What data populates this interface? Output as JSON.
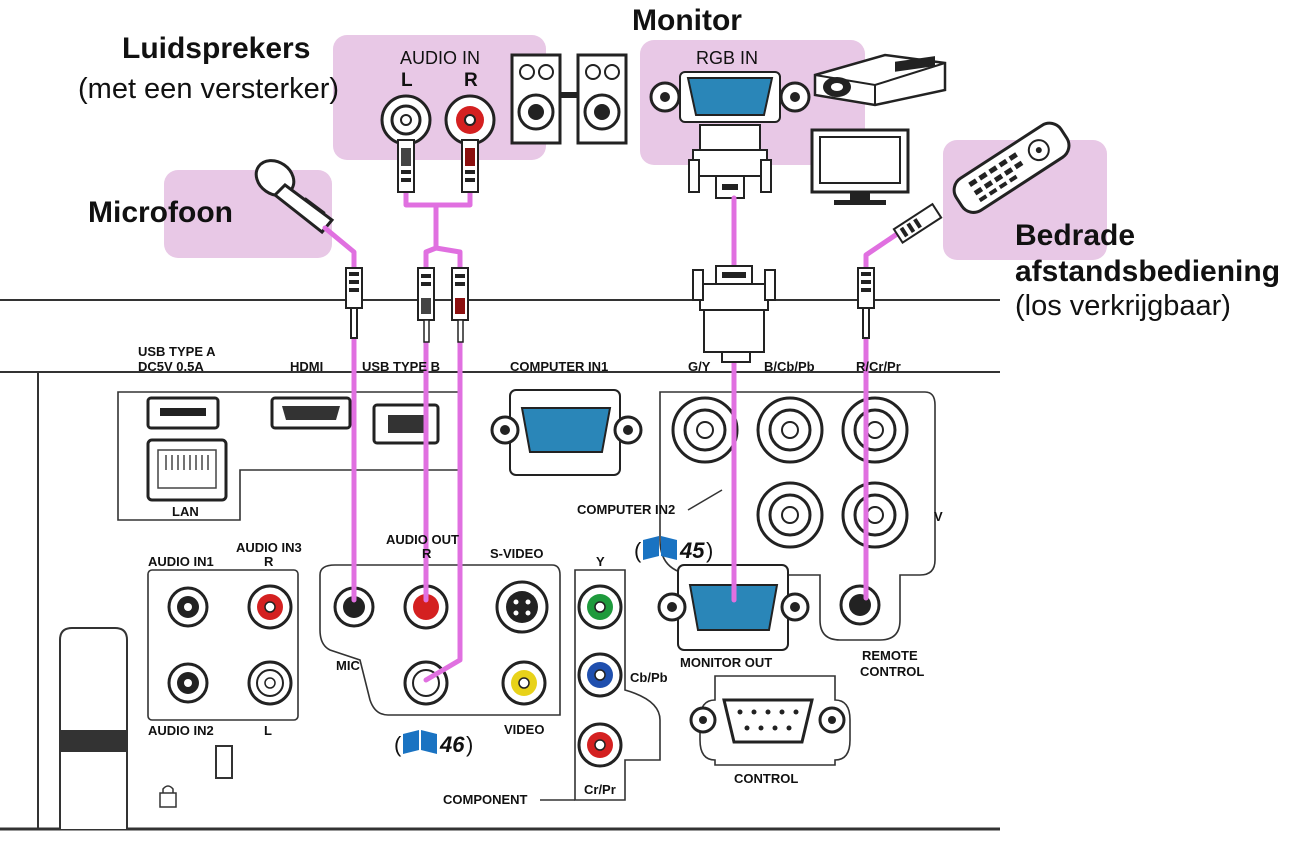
{
  "external": {
    "speakers_title": "Luidsprekers",
    "speakers_sub": "(met een versterker)",
    "audio_in": "AUDIO IN",
    "audio_in_l": "L",
    "audio_in_r": "R",
    "monitor_title": "Monitor",
    "rgb_in": "RGB IN",
    "microphone": "Microfoon",
    "remote_title_1": "Bedrade",
    "remote_title_2": "afstandsbediening",
    "remote_sub": "(los verkrijgbaar)"
  },
  "panel": {
    "usb_a_1": "USB TYPE A",
    "usb_a_2": "DC5V 0.5A",
    "hdmi": "HDMI",
    "usb_b": "USB TYPE B",
    "computer_in1": "COMPUTER IN1",
    "gy": "G/Y",
    "bcbpb": "B/Cb/Pb",
    "rcrpr": "R/Cr/Pr",
    "lan": "LAN",
    "computer_in2": "COMPUTER IN2",
    "v": "V",
    "ref45": "45",
    "audio_in1": "AUDIO IN1",
    "audio_in3": "AUDIO IN3",
    "audio_in3_r": "R",
    "audio_out": "AUDIO OUT",
    "audio_out_r": "R",
    "s_video": "S-VIDEO",
    "y": "Y",
    "mic": "MIC",
    "cbpb": "Cb/Pb",
    "monitor_out": "MONITOR OUT",
    "remote_control_1": "REMOTE",
    "remote_control_2": "CONTROL",
    "audio_in2": "AUDIO IN2",
    "l": "L",
    "ref46": "46",
    "video": "VIDEO",
    "crpr": "Cr/Pr",
    "control": "CONTROL",
    "component": "COMPONENT"
  },
  "colors": {
    "cable": "#e070e0",
    "highlight": "#e8c8e6",
    "port_blue": "#2a86b8",
    "jack_red": "#d42020",
    "jack_green": "#1e9a3c",
    "jack_blue": "#1f4fae",
    "jack_yellow": "#e8d21a",
    "book_blue": "#1a73c2"
  }
}
